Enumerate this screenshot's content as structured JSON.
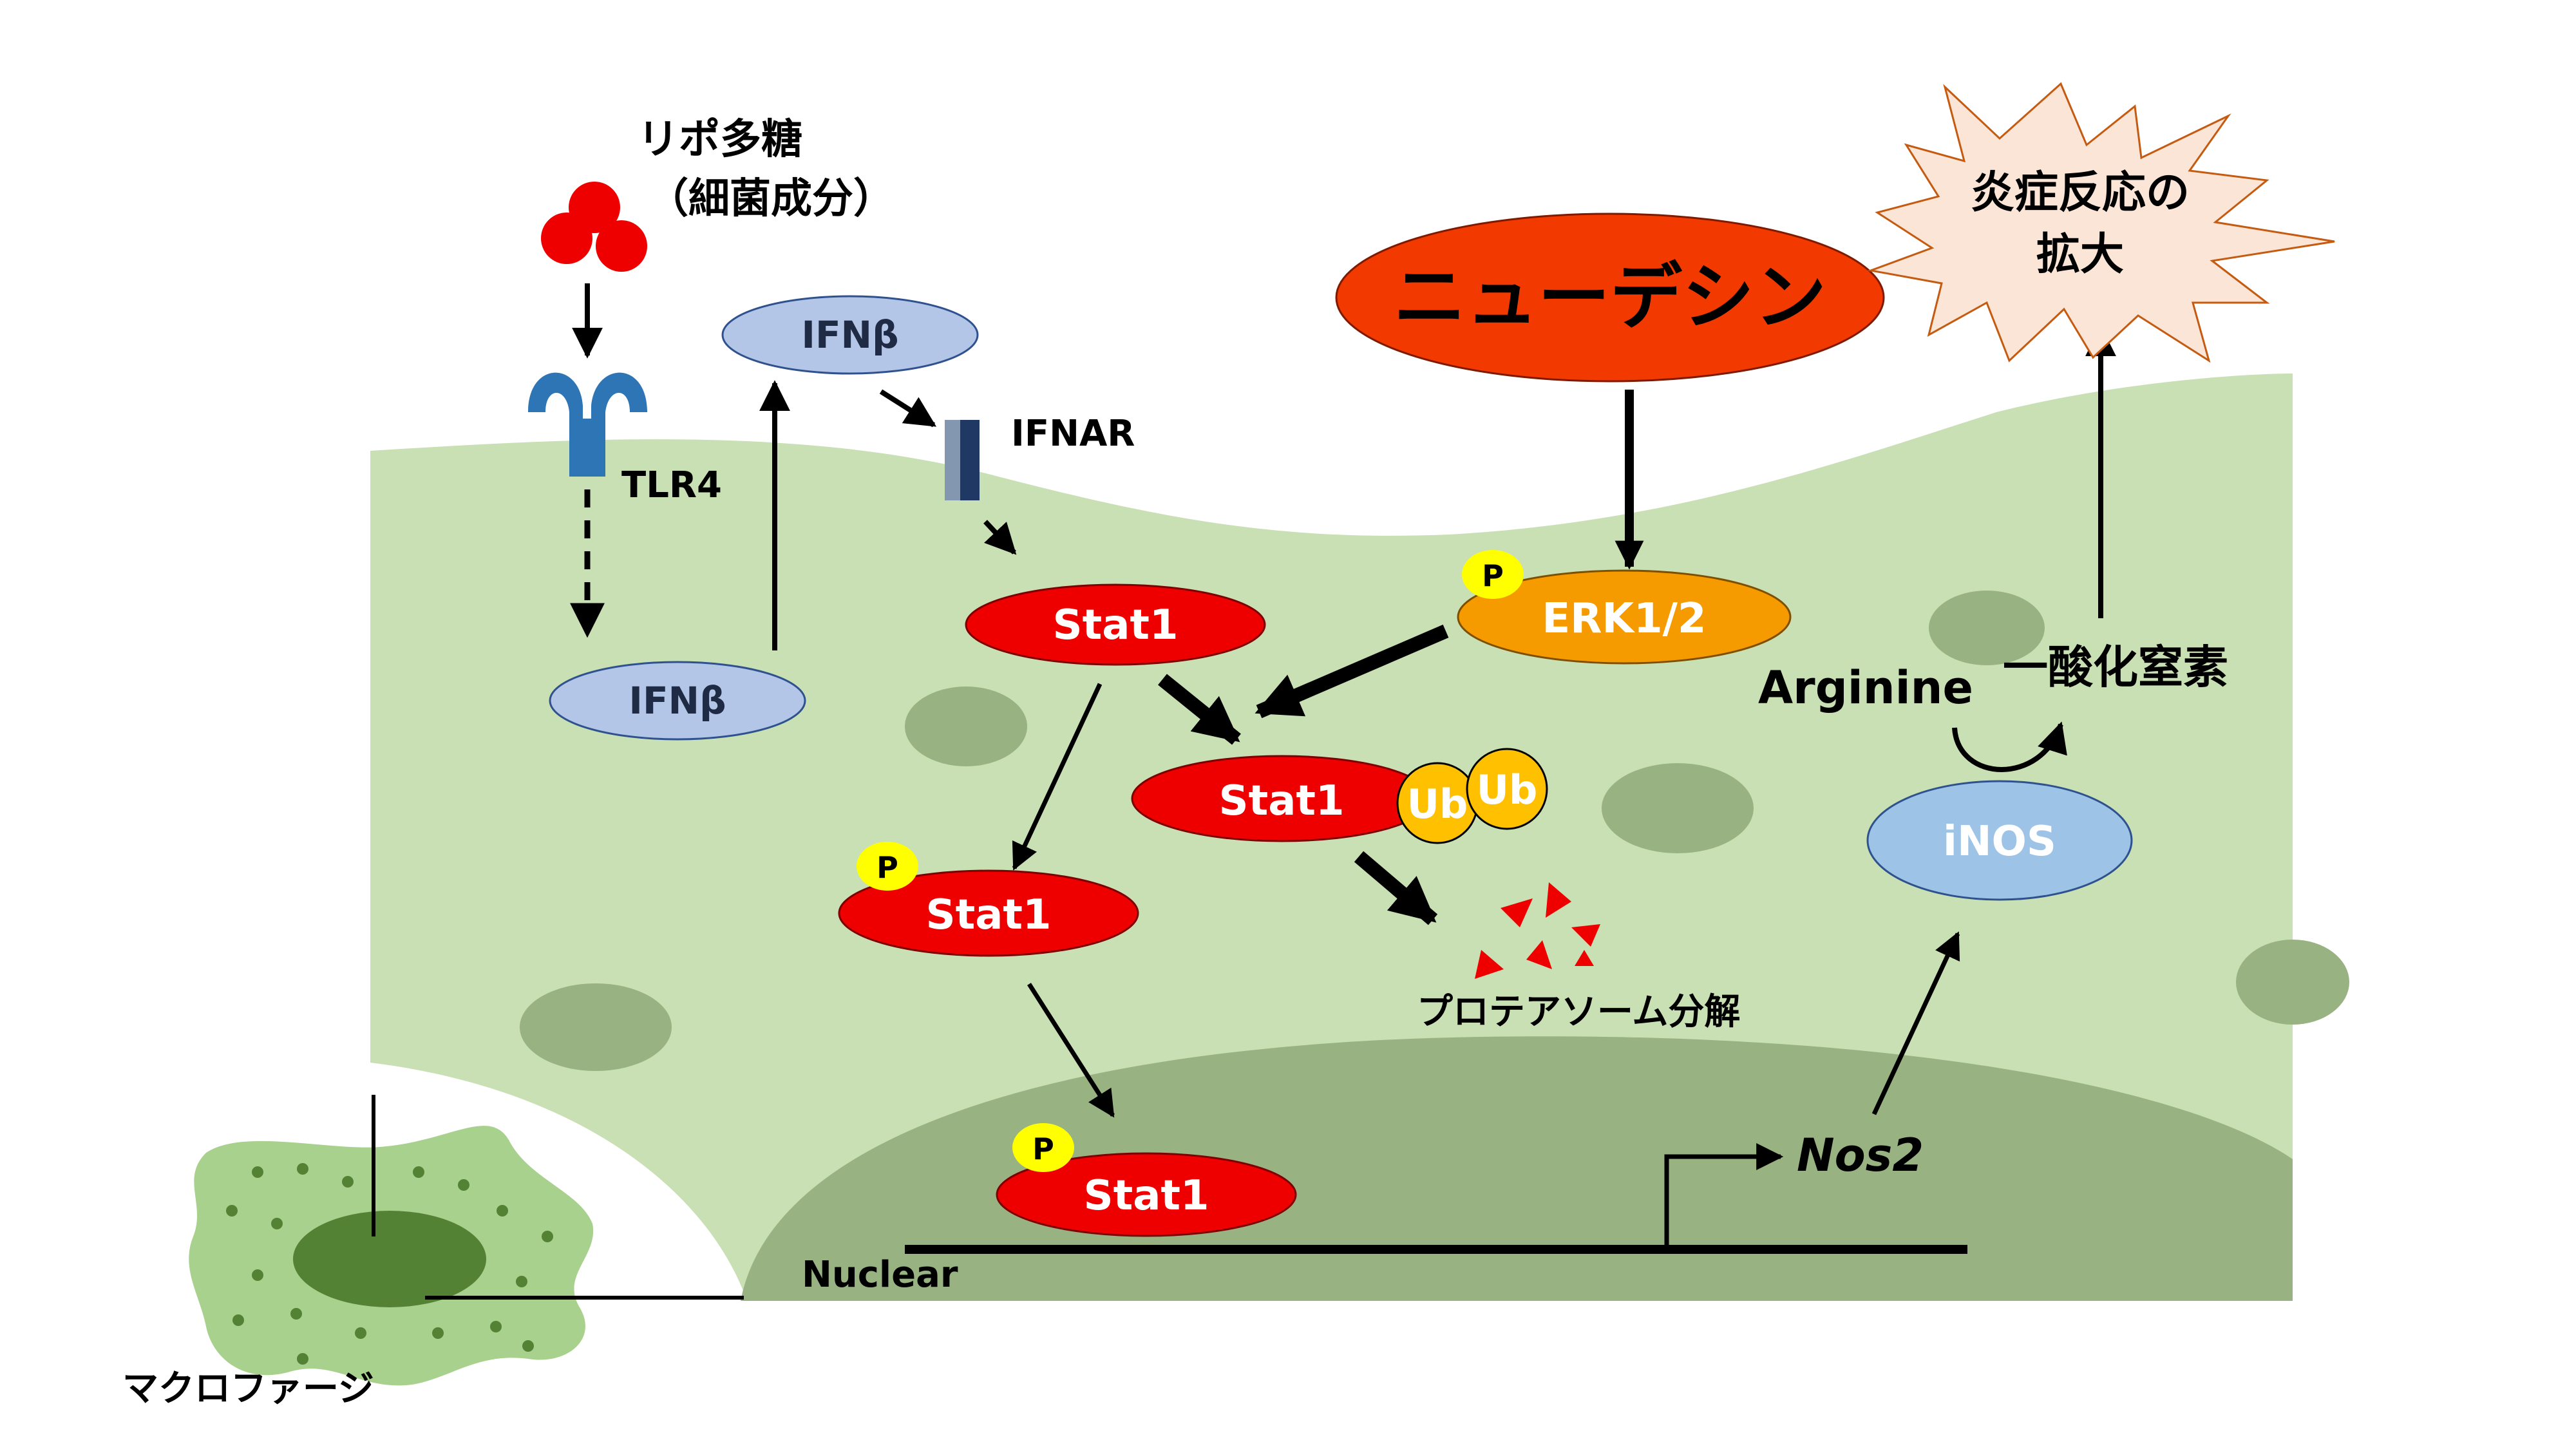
{
  "labels": {
    "lps_line1": "リポ多糖",
    "lps_line2": "（細菌成分）",
    "tlr4": "TLR4",
    "ifnb_top": "IFNβ",
    "ifnb_bottom": "IFNβ",
    "ifnar": "IFNAR",
    "neudesin": "ニューデシン",
    "inflammation_line1": "炎症反応の",
    "inflammation_line2": "拡大",
    "erk": "ERK1/2",
    "phospho": "P",
    "stat1_upper": "Stat1",
    "stat1_ub": "Stat1",
    "stat1_p_left": "Stat1",
    "stat1_p_nuclear": "Stat1",
    "ub1": "Ub",
    "ub2": "Ub",
    "proteasome": "プロテアソーム分解",
    "arginine": "Arginine",
    "nitric_oxide": "一酸化窒素",
    "inos": "iNOS",
    "nos2": "Nos2",
    "nuclear": "Nuclear",
    "macrophage": "マクロファージ"
  },
  "colors": {
    "cytoplasm": "#c8e0b4",
    "nucleus": "#98b282",
    "vesicle": "#98b282",
    "stat1": "#ee0000",
    "erk": "#f59b00",
    "ifnb": "#b4c6e7",
    "inos": "#9dc3e6",
    "neudesin": "#f23900",
    "ub": "#ffc000",
    "phospho": "#ffff00",
    "lps": "#ee0000",
    "tlr4": "#2e75b6",
    "burst": "#fbe5d6",
    "macrophage_body": "#a9d18e",
    "macrophage_nucleus": "#548235"
  }
}
